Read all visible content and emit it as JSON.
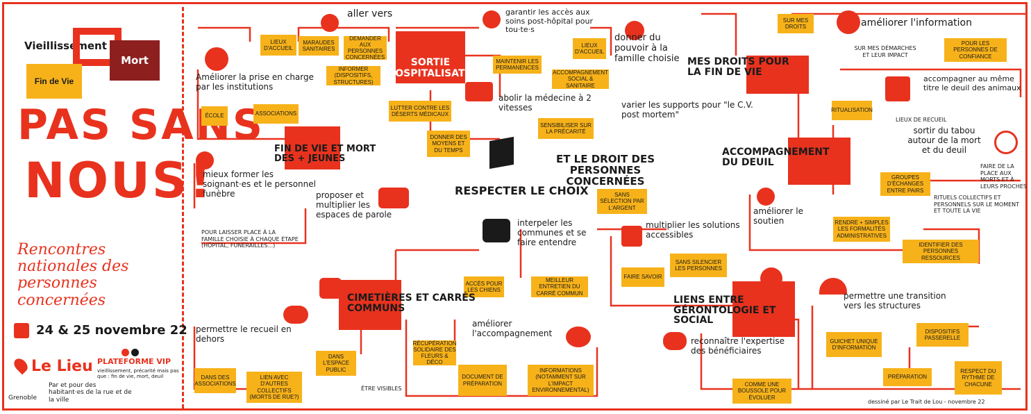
{
  "left_panel": {
    "word_vieillissement": "Vieillissement",
    "word_mort": "Mort",
    "word_fin_de_vie": "Fin de Vie",
    "slogan_1": "PAS SANS",
    "slogan_2": "NOUS!",
    "event_title": "Rencontres nationales des personnes concernées",
    "dates": "24 & 25 novembre 22",
    "venue": "Le Lieu",
    "city": "Grenoble",
    "venue_note": "Par et pour des habitant·es de la rue et de la ville",
    "platform": "PLATEFORME VIP",
    "platform_sub": "vieillissement, précarité mais pas que : fin de vie, mort, deuil"
  },
  "center": {
    "title_1": "ET LE DROIT DES PERSONNES CONCERNÉES",
    "title_2": "RESPECTER LE CHOIX"
  },
  "sortie": {
    "title": "Sortie d'Hospitalisation",
    "aller_vers": "aller vers",
    "garantir": "garantir les accès aux soins post-hôpital pour tou·te·s",
    "ameliorer": "Améliorer la prise en charge par les institutions",
    "abolir": "abolir la médecine à 2 vitesses",
    "tags": [
      "Lieux d'accueil",
      "Maraudes sanitaires",
      "Demander aux personnes concernées",
      "Informer (dispositifs, structures)",
      "Maintenir les permanences",
      "Lieux d'accueil",
      "Accompagnement social & sanitaire",
      "Lutter contre les déserts médicaux",
      "Donner des moyens et du temps",
      "Sensibiliser sur la précarité",
      "École",
      "Associations"
    ]
  },
  "jeunes": {
    "title": "Fin de vie et mort des + jeunes",
    "mieux": "mieux former les soignant·es et le personnel funèbre",
    "proposer": "proposer et multiplier les espaces de parole",
    "tags": [
      "Pour laisser place à la famille choisie à chaque étape (hôpital, funérailles...)"
    ]
  },
  "droits": {
    "title": "Mes droits pour la Fin de Vie",
    "donner": "donner du pouvoir à la famille choisie",
    "varier": "varier les supports pour \"le C.V. post mortem\"",
    "ameliorer_info": "améliorer l'information",
    "tags": [
      "Sur mes droits",
      "Sur mes démarches et leur impact",
      "Pour les personnes de confiance"
    ]
  },
  "deuil": {
    "title": "Accompagnement du DEUIL",
    "accompagner": "accompagner au même titre le deuil des animaux",
    "sortir": "sortir du tabou autour de la mort et du deuil",
    "ameliorer": "améliorer le soutien",
    "lieux": "Lieux de recueil",
    "faire_place": "Faire de la place aux morts et à leurs proches",
    "rituels": "Rituels collectifs et personnels sur le moment et toute la vie",
    "tags": [
      "Ritualisation",
      "Groupes d'échanges entre pairs",
      "Rendre + simples les formalités administratives",
      "Identifier des personnes ressources"
    ]
  },
  "communes": {
    "interpeler": "interpeler les communes et se faire entendre",
    "multiplier": "multiplier les solutions accessibles",
    "tags": [
      "Sans sélection par l'argent",
      "Sans silencier les personnes",
      "Faire savoir",
      "Accès pour les chiens",
      "Meilleur entretien du carré commun"
    ]
  },
  "cimetieres": {
    "title": "Cimetières et carrés communs",
    "permettre": "permettre le recueil en dehors",
    "ameliorer": "améliorer l'accompagnement",
    "etre_visibles": "être visibles",
    "tags": [
      "Dans des associations",
      "Lien avec d'autres collectifs (morts de rue?)",
      "Dans l'espace public",
      "Récupération solidaire des fleurs & déco",
      "Document de préparation",
      "Informations (notamment sur l'impact environnemental)"
    ]
  },
  "liens": {
    "title": "Liens entre Gérontologie et Social",
    "transition": "permettre une transition vers les structures",
    "reconnaitre": "reconnaître l'expertise des bénéficiaires",
    "tags": [
      "Dispositifs passerelle",
      "Guichet unique d'information",
      "Préparation",
      "Respect du rythme de chacune",
      "Comme une boussole pour évoluer"
    ]
  },
  "credit": "dessiné par Le Trait de Lou - novembre 22",
  "colors": {
    "accent": "#e8321e",
    "yellow": "#f7b21a",
    "dark_red": "#8d1f1f"
  }
}
